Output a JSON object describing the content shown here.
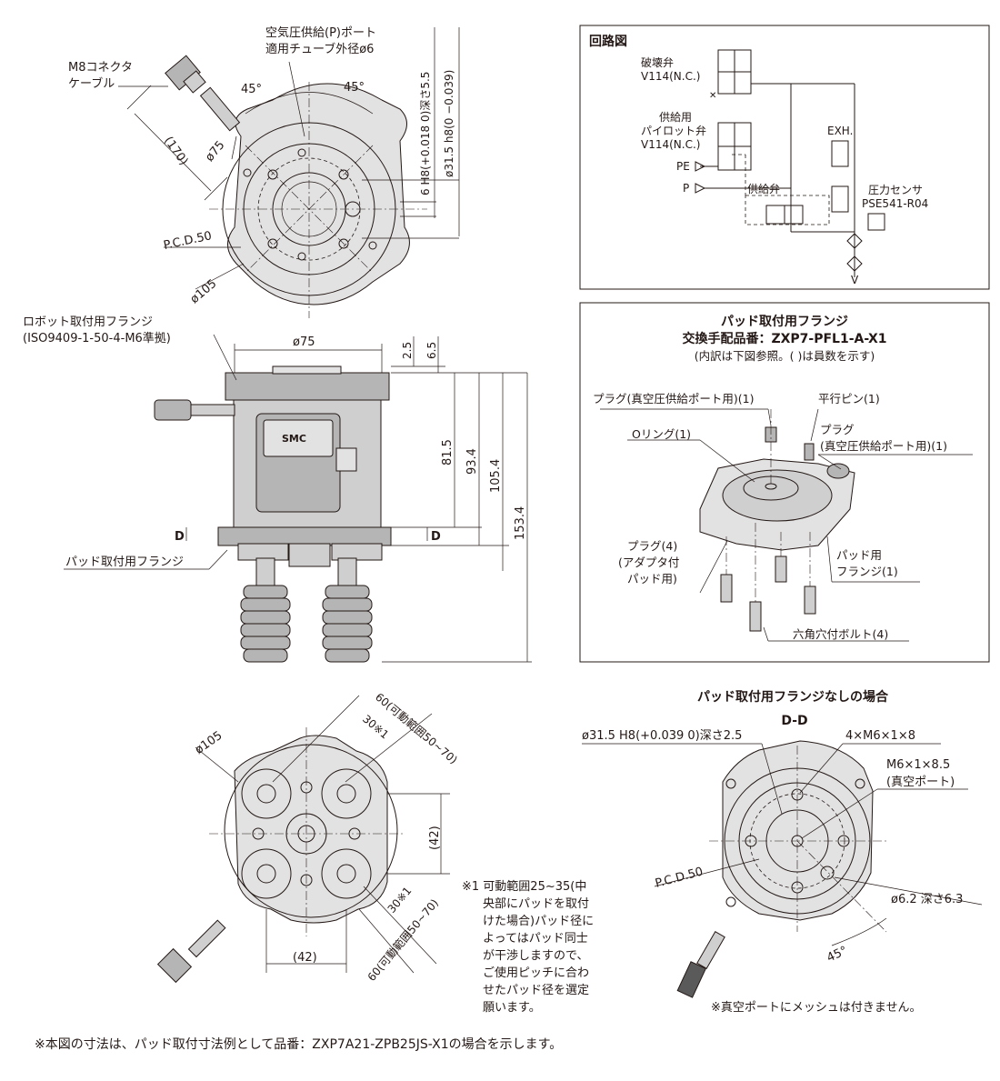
{
  "top_view": {
    "m8_label_1": "M8コネクタ",
    "m8_label_2": "ケーブル",
    "port_label_1": "空気圧供給(P)ポート",
    "port_label_2": "適用チューブ外径ø6",
    "angle_left": "45°",
    "angle_right": "45°",
    "len_170": "(170)",
    "dia_75": "ø75",
    "pcd_50": "P.C.D.50",
    "dia_105": "ø105",
    "hole_6h8": "6 H8(+0.018 0)深さ5.5",
    "shaft_31_5": "ø31.5 h8(0 −0.039)"
  },
  "side_view": {
    "robot_flange_1": "ロボット取付用フランジ",
    "robot_flange_2": "(ISO9409-1-50-4-M6準拠)",
    "dia_75": "ø75",
    "dim_2_5": "2.5",
    "dim_6_5": "6.5",
    "dim_81_5": "81.5",
    "dim_93_4": "93.4",
    "dim_105_4": "105.4",
    "dim_153_4": "153.4",
    "section_left": "D",
    "section_right": "D",
    "pad_flange": "パッド取付用フランジ",
    "logo": "SMC"
  },
  "bottom_view": {
    "dia_105": "ø105",
    "dim_60_top": "60(可動範囲50~70)",
    "dim_30_top": "30※1",
    "dim_42_right": "(42)",
    "dim_30_right": "30※1",
    "dim_60_right": "60(可動範囲50~70)",
    "dim_42_bottom": "(42)",
    "note_lines": [
      "※1 可動範囲25~35(中",
      "央部にパッドを取付",
      "けた場合)パッド径に",
      "よってはパッド同士",
      "が干渉しますので、",
      "ご使用ピッチに合わ",
      "せたパッド径を選定",
      "願います。"
    ]
  },
  "circuit": {
    "title": "回路図",
    "break_valve_1": "破壊弁",
    "break_valve_2": "V114(N.C.)",
    "pilot_valve_1": "供給用",
    "pilot_valve_2": "パイロット弁",
    "pilot_valve_3": "V114(N.C.)",
    "pe": "PE",
    "p": "P",
    "supply_valve": "供給弁",
    "exh": "EXH.",
    "sensor_1": "圧力センサ",
    "sensor_2": "PSE541-R04",
    "v": "V"
  },
  "flange_panel": {
    "title_1": "パッド取付用フランジ",
    "title_2": "交換手配品番：ZXP7-PFL1-A-X1",
    "title_3": "(内訳は下図参照。( )は員数を示す)",
    "plug_1": "プラグ(真空圧供給ポート用)(1)",
    "pin": "平行ピン(1)",
    "oring": "Oリング(1)",
    "plug_2a": "プラグ",
    "plug_2b": "(真空圧供給ポート用)(1)",
    "plug_4a": "プラグ(4)",
    "plug_4b": "(アダプタ付",
    "plug_4c": "パッド用)",
    "pad_flange_a": "パッド用",
    "pad_flange_b": "フランジ(1)",
    "bolt": "六角穴付ボルト(4)"
  },
  "dd_view": {
    "caption": "パッド取付用フランジなしの場合",
    "section": "D-D",
    "bore": "ø31.5 H8(+0.039 0)深さ2.5",
    "m6_4": "4×M6×1×8",
    "m6_port_1": "M6×1×8.5",
    "m6_port_2": "(真空ポート)",
    "pcd": "P.C.D.50",
    "hole": "ø6.2 深さ6.3",
    "angle": "45°",
    "mesh_note": "※真空ポートにメッシュは付きません。"
  },
  "footer_note": "※本図の寸法は、パッド取付寸法例として品番：ZXP7A21-ZPB25JS-X1の場合を示します。"
}
